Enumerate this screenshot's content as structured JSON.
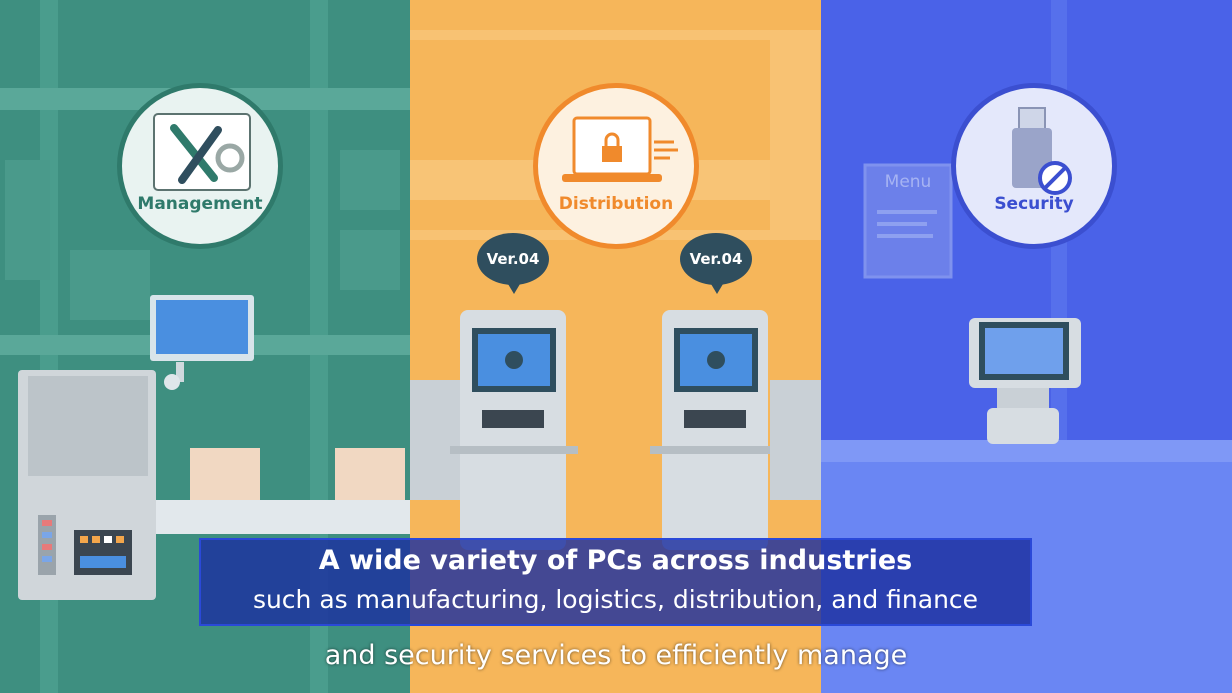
{
  "panels": [
    {
      "label": "Management",
      "color": "#3e8f80"
    },
    {
      "label": "Distribution",
      "color": "#f6b65a"
    },
    {
      "label": "Security",
      "color": "#4a62e8"
    }
  ],
  "kiosk_version_label": "Ver.04",
  "menu_sign": "Menu",
  "subtitles": {
    "line1": "A wide variety of PCs across industries",
    "line2": "such as manufacturing, logistics, distribution, and finance",
    "line3": "and security services to efficiently manage"
  }
}
